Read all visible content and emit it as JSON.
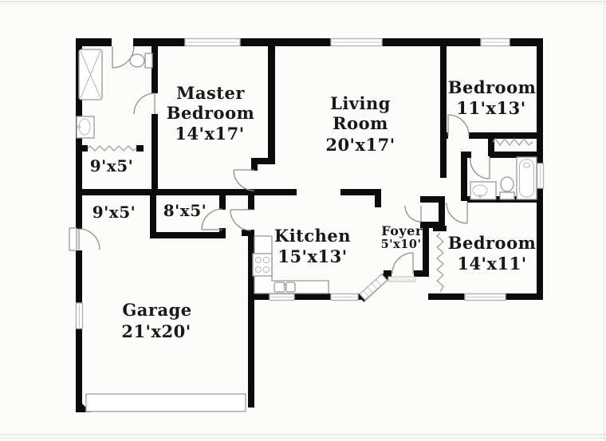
{
  "colors": {
    "wall": "#0b0b0b",
    "paper": "#fcfcfa",
    "fixture_outline": "#979797",
    "window_outline": "#b3b3b3",
    "label_text": "#181818"
  },
  "rooms": [
    {
      "id": "master-bedroom",
      "name_lines": [
        "Master",
        "Bedroom"
      ],
      "dims": "14'x17'"
    },
    {
      "id": "living-room",
      "name_lines": [
        "Living",
        "Room"
      ],
      "dims": "20'x17'"
    },
    {
      "id": "bedroom-upper",
      "name_lines": [
        "Bedroom"
      ],
      "dims": "11'x13'"
    },
    {
      "id": "bedroom-lower",
      "name_lines": [
        "Bedroom"
      ],
      "dims": "14'x11'"
    },
    {
      "id": "kitchen",
      "name_lines": [
        "Kitchen"
      ],
      "dims": "15'x13'"
    },
    {
      "id": "foyer",
      "name_lines": [
        "Foyer"
      ],
      "dims": "5'x10'"
    },
    {
      "id": "garage",
      "name_lines": [
        "Garage"
      ],
      "dims": "21'x20'"
    },
    {
      "id": "master-closet",
      "name_lines": [],
      "dims": "9'x5'"
    },
    {
      "id": "hall-left",
      "name_lines": [],
      "dims": "9'x5'"
    },
    {
      "id": "hall-center",
      "name_lines": [],
      "dims": "8'x5'"
    }
  ],
  "fixtures": [
    "shower",
    "toilet",
    "sink",
    "vanity-sink",
    "bathtub",
    "range-stove",
    "kitchen-sink",
    "counter",
    "garage-door",
    "closet-rod",
    "window",
    "door-swing"
  ]
}
